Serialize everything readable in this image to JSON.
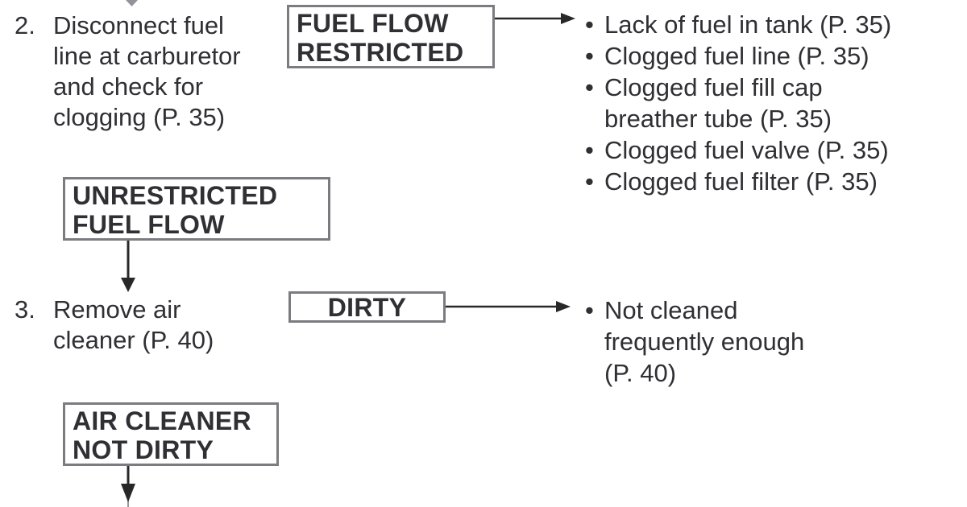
{
  "diagram": {
    "bullet": "•",
    "colors": {
      "background": "#ffffff",
      "text": "#2f2f34",
      "box_border": "#7b7b80",
      "arrow": "#28282b"
    },
    "steps": [
      {
        "number": "2.",
        "action_lines": [
          "Disconnect fuel",
          "line at carburetor",
          "and check for",
          "clogging (P. 35)"
        ],
        "condition_box": {
          "lines": [
            "FUEL FLOW",
            "RESTRICTED"
          ]
        },
        "causes": [
          {
            "lines": [
              "Lack of fuel in tank (P. 35)"
            ]
          },
          {
            "lines": [
              "Clogged fuel line (P. 35)"
            ]
          },
          {
            "lines": [
              "Clogged fuel fill cap",
              "breather tube (P. 35)"
            ]
          },
          {
            "lines": [
              "Clogged fuel valve (P. 35)"
            ]
          },
          {
            "lines": [
              "Clogged fuel filter (P. 35)"
            ]
          }
        ],
        "pass_box": {
          "lines": [
            "UNRESTRICTED",
            "FUEL FLOW"
          ]
        }
      },
      {
        "number": "3.",
        "action_lines": [
          "Remove air",
          "cleaner (P. 40)"
        ],
        "condition_box": {
          "lines": [
            "DIRTY"
          ]
        },
        "causes": [
          {
            "lines": [
              "Not cleaned",
              "frequently enough",
              "(P. 40)"
            ]
          }
        ],
        "pass_box": {
          "lines": [
            "AIR CLEANER",
            "NOT DIRTY"
          ]
        }
      }
    ]
  }
}
